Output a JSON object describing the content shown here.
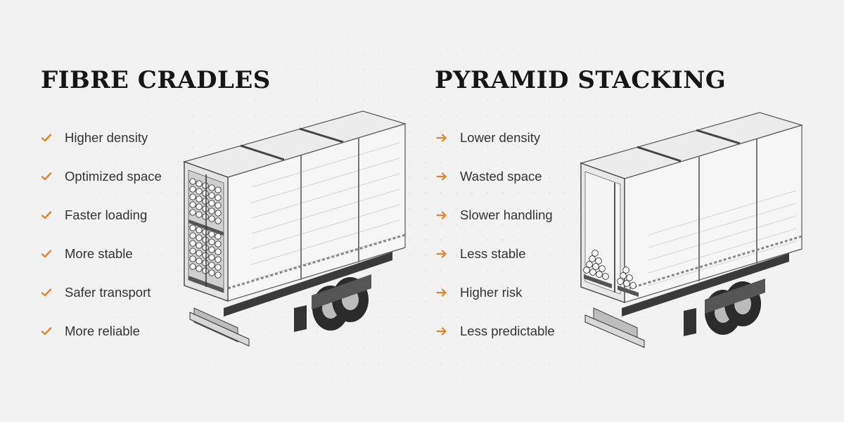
{
  "accent_color": "#e5832a",
  "left": {
    "title": "FIBRE CRADLES",
    "marker_icon": "check-icon",
    "items": [
      "Higher density",
      "Optimized space",
      "Faster loading",
      "More stable",
      "Safer transport",
      "More reliable"
    ]
  },
  "right": {
    "title": "PYRAMID STACKING",
    "marker_icon": "arrow-right-icon",
    "items": [
      "Lower density",
      "Wasted space",
      "Slower handling",
      "Less stable",
      "Higher risk",
      "Less predictable"
    ]
  }
}
